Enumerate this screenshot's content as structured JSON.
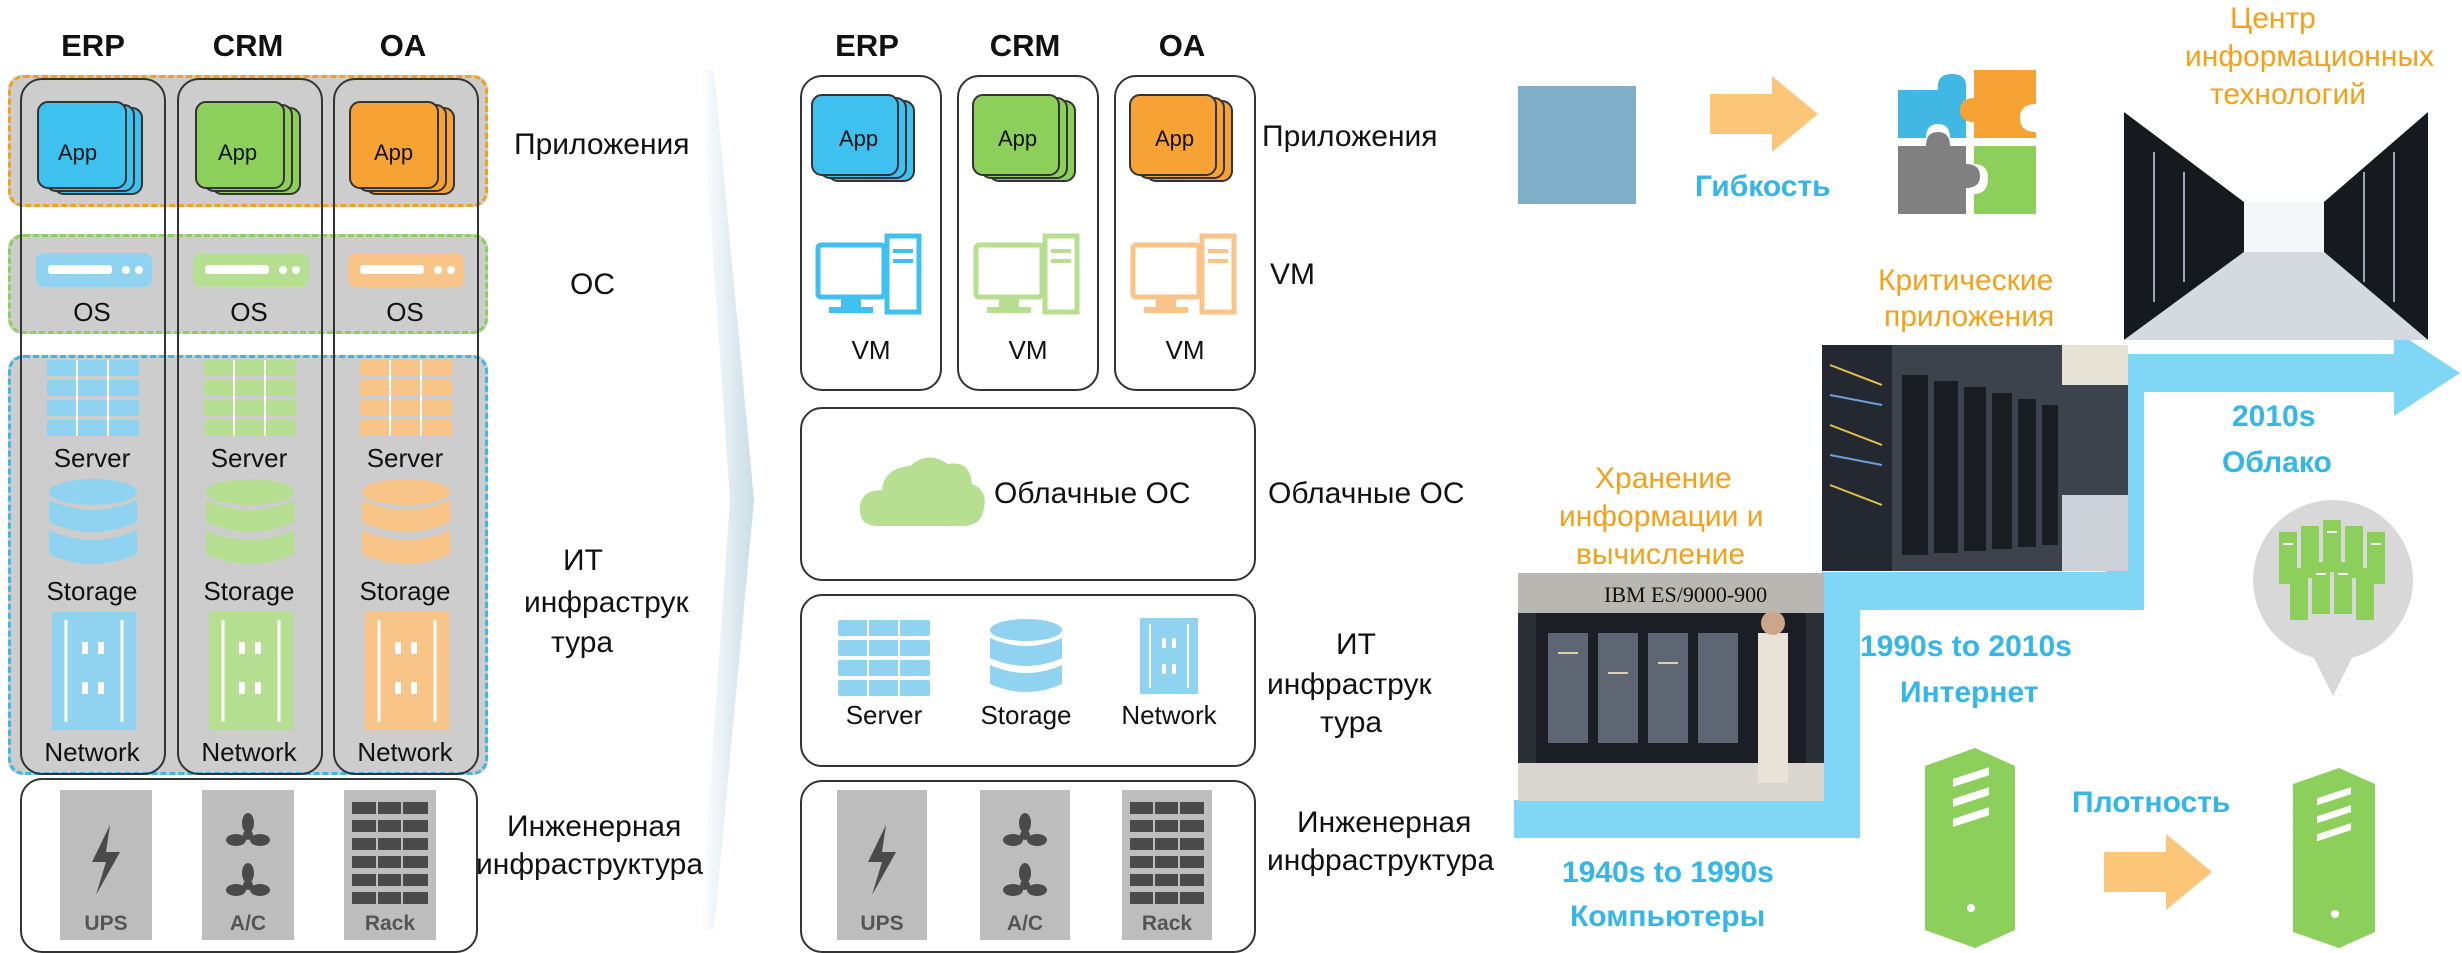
{
  "columns": [
    "ERP",
    "CRM",
    "OA"
  ],
  "colors": {
    "blue": "#3fc1f0",
    "green": "#8ccf5a",
    "orange": "#f7a234",
    "accent_text": "#34b6e8",
    "orange_text": "#f4a11a"
  },
  "app_label": "App",
  "left": {
    "os_label": "OS",
    "server_label": "Server",
    "storage_label": "Storage",
    "network_label": "Network",
    "layer_apps": "Приложения",
    "layer_os": "ОС",
    "layer_it": [
      "ИТ",
      "инфраструк",
      "тура"
    ],
    "layer_eng": [
      "Инженерная",
      "инфраструктура"
    ]
  },
  "middle": {
    "vm_label": "VM",
    "cloud_os": "Облачные ОС",
    "server_label": "Server",
    "storage_label": "Storage",
    "network_label": "Network",
    "layer_apps": "Приложения",
    "layer_vm": "VM",
    "layer_cloud": "Облачные ОС",
    "layer_it": [
      "ИТ",
      "инфраструк",
      "тура"
    ],
    "layer_eng": [
      "Инженерная",
      "инфраструктура"
    ]
  },
  "equipment": [
    "UPS",
    "A/C",
    "Rack"
  ],
  "right": {
    "flexibility": "Гибкость",
    "density": "Плотность",
    "photo1_text": "IBM ES/9000-900",
    "eras": [
      {
        "caption": [
          "Хранение",
          "информации и",
          "вычисление"
        ],
        "years": "1940s to 1990s",
        "name": "Компьютеры"
      },
      {
        "caption": [
          "Критические",
          "приложения"
        ],
        "years": "1990s to 2010s",
        "name": "Интернет"
      },
      {
        "caption": [
          "Центр",
          "информационных",
          "технологий"
        ],
        "years": "2010s",
        "name": "Облако"
      }
    ]
  }
}
